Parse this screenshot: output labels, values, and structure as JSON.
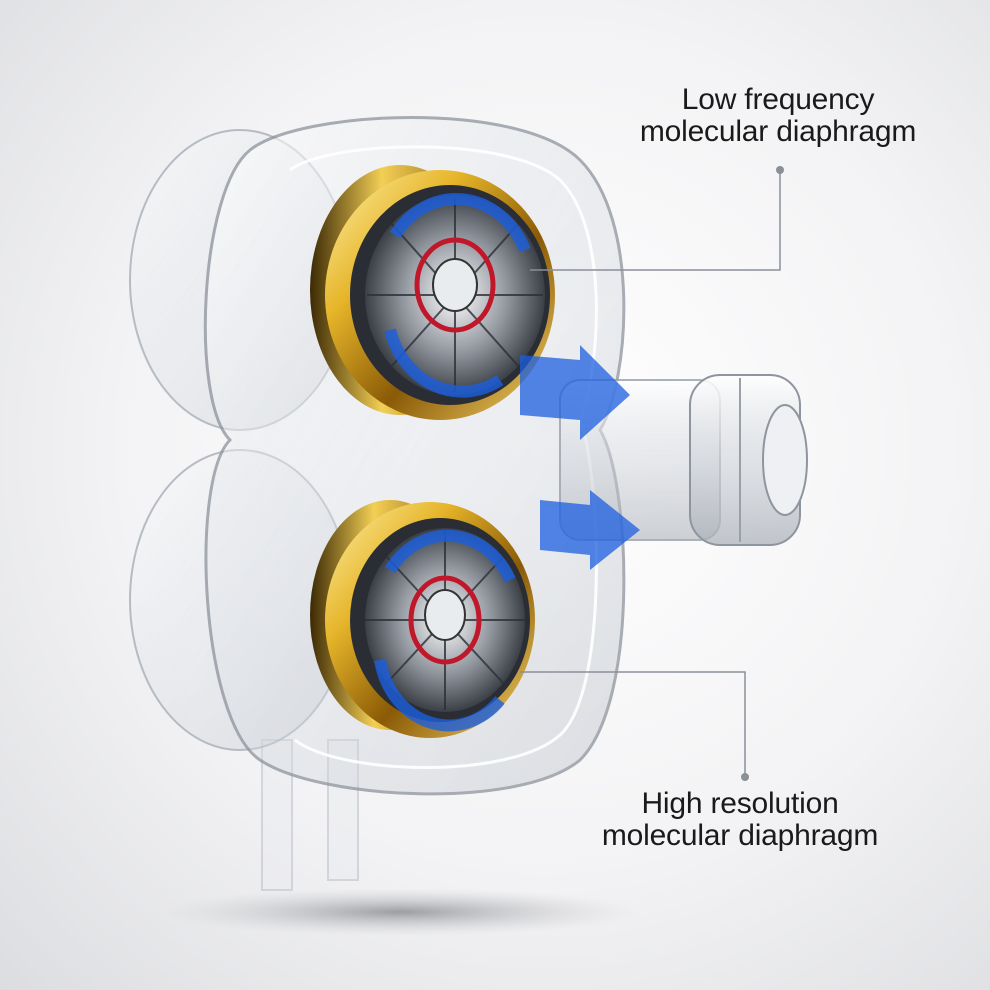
{
  "callouts": {
    "low": {
      "line1": "Low frequency",
      "line2": "molecular diaphragm"
    },
    "high": {
      "line1": "High resolution",
      "line2": "molecular diaphragm"
    }
  },
  "colors": {
    "gold": "#d9a520",
    "blue_arrow": "#1c5fe0",
    "red_ring": "#c0182a",
    "callout_line": "#8a8f98"
  }
}
